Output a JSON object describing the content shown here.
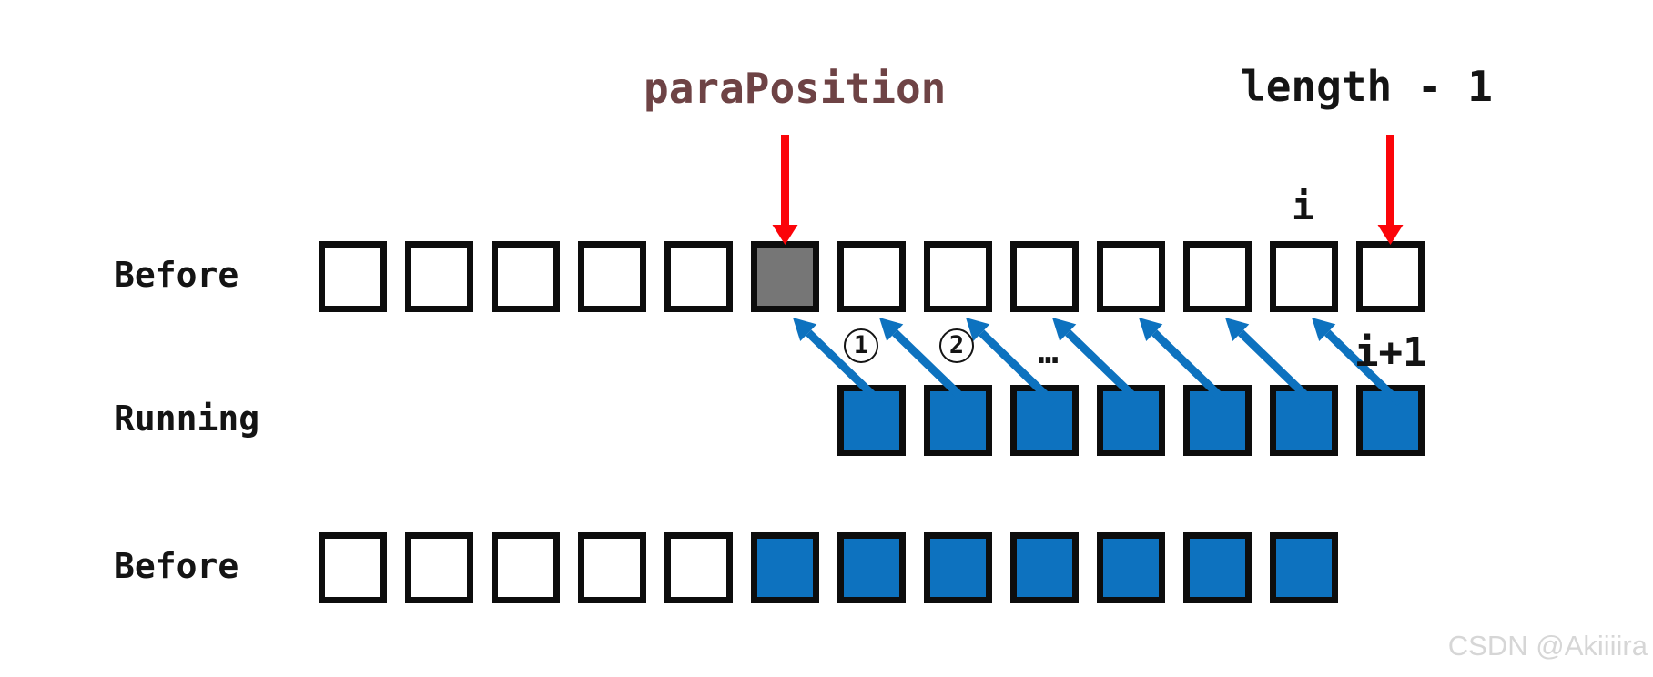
{
  "labels": {
    "paraPosition": "paraPosition",
    "lengthMinus1": "length - 1",
    "i": "i",
    "iPlus1": "i+1",
    "step1": "1",
    "step2": "2",
    "ellipsis": "…"
  },
  "rows": [
    {
      "label": "Before",
      "cells": [
        "empty",
        "empty",
        "empty",
        "empty",
        "empty",
        "removed",
        "empty",
        "empty",
        "empty",
        "empty",
        "empty",
        "empty",
        "empty"
      ]
    },
    {
      "label": "Running",
      "cells": [
        "filled",
        "filled",
        "filled",
        "filled",
        "filled",
        "filled",
        "filled"
      ]
    },
    {
      "label": "Before",
      "cells": [
        "empty",
        "empty",
        "empty",
        "empty",
        "empty",
        "filled",
        "filled",
        "filled",
        "filled",
        "filled",
        "filled",
        "filled"
      ]
    }
  ],
  "diagram": {
    "red_arrows": [
      {
        "for_label": "paraPosition",
        "points_to": {
          "row": 0,
          "cell": 5
        }
      },
      {
        "for_label": "length - 1",
        "points_to": {
          "row": 0,
          "cell": 12
        }
      }
    ],
    "blue_arrows": [
      {
        "from": {
          "row": 1,
          "cell": 0
        },
        "to": {
          "row": 0,
          "cell": 5
        }
      },
      {
        "from": {
          "row": 1,
          "cell": 1
        },
        "to": {
          "row": 0,
          "cell": 6
        }
      },
      {
        "from": {
          "row": 1,
          "cell": 2
        },
        "to": {
          "row": 0,
          "cell": 7
        }
      },
      {
        "from": {
          "row": 1,
          "cell": 3
        },
        "to": {
          "row": 0,
          "cell": 8
        }
      },
      {
        "from": {
          "row": 1,
          "cell": 4
        },
        "to": {
          "row": 0,
          "cell": 9
        }
      },
      {
        "from": {
          "row": 1,
          "cell": 5
        },
        "to": {
          "row": 0,
          "cell": 10
        }
      },
      {
        "from": {
          "row": 1,
          "cell": 6
        },
        "to": {
          "row": 0,
          "cell": 11
        }
      }
    ]
  },
  "colors": {
    "filled": "#0d72bf",
    "removed": "#767676",
    "red_arrow": "#fb0409",
    "blue_arrow": "#0d72bf",
    "para_label": "#6e4345",
    "text": "#141414",
    "watermark": "#d6d6d6"
  },
  "watermark": "CSDN @Akiiiira"
}
